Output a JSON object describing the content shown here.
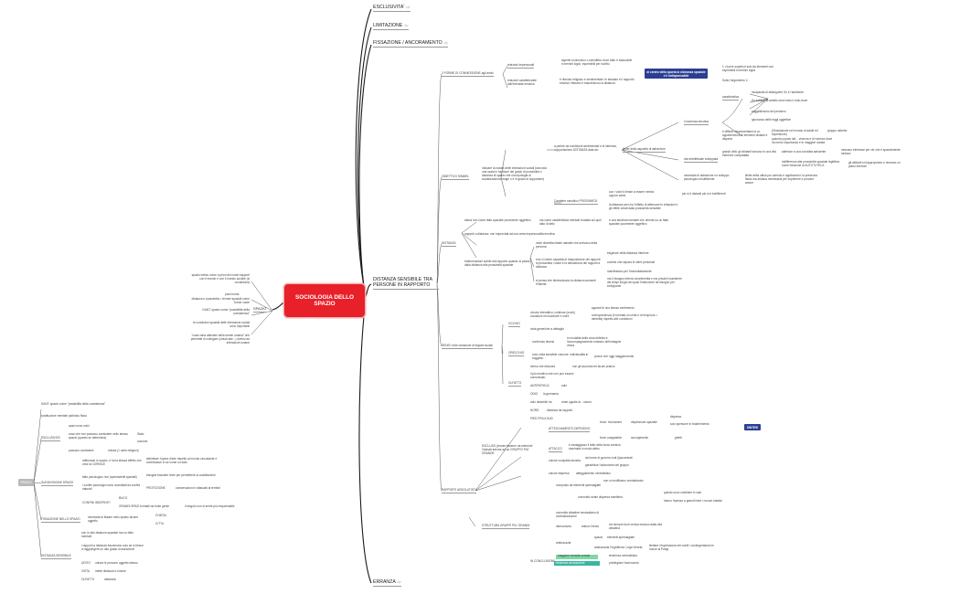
{
  "root": {
    "title": "SOCIOLOGIA DELLO SPAZIO"
  },
  "right_branches": {
    "esclusivita": "ESCLUSIVITA'",
    "limitazione": "LIMITAZIONE",
    "fissazione": "FISSAZIONE / ANCORAMENTO",
    "distanza": "DISTANZA SENSIBILE TRA PERSONE  IN RAPPORTO",
    "erranza": "ERRANZA"
  },
  "spazio_branch": {
    "label": "SPAZIO",
    "items": [
      "spazio inteso come a priori dei nostri rapporti con il mondo e con il mondo sociale  (si condiziona)",
      "pura forma",
      "distanza e prossimità = termini spaziali come forme vuote",
      "KANT: spazio come \"possibilità della coesistenza\"",
      "le condizioni spaziali delle interazioni sociali sono importanti",
      "\"cosa varia abitudini della mente umana\" che permette di collegare (chiudi tale...) diversi ad interazioni umane"
    ]
  },
  "distanza_children": {
    "forme": {
      "label": "2 FORME DI CONNESSIONE agli amici",
      "a": "relazioni impersonali",
      "a_text": "aspetto economico o scientifico dove tutto è traducibile in termini logici, esprimibili per iscritto",
      "b": "relazioni caratterizzate dall'intensità emotiva",
      "b_text": "è ritenuto religioso e sentimentale: le fantasie e il rapporto emotivo rifiutano e trascendono la distanza",
      "callout": "al centro della sporta la vicinanza spaziale e li indispensabile",
      "c1": "1. ricorre superiori solo da elementi non esprimibili in termini logici",
      "c2": "Sotto l'argomento 2."
    },
    "obiettivo": {
      "label": "OBIETTIVO SIMMEL",
      "text": "indicare la natura delle interazioni sociali (secondo una scala in funzione del grado di prossimità o distanza di spazio che una tipologia di socializzazione esige o è in grado di sopportare)",
      "partire": "a partire da condizioni sentimentali e di interessi, sopportazione DISTANZA data da:",
      "limite": "limite della capacità di astrazione",
      "coscienza": "Coscienza emotiva",
      "caratt": "caratteristica",
      "c_items": [
        "incapacità di distinguere l'io e l'ambiente",
        "l'io sottace al ambito dove tutto e tutto dove",
        "soggettivismo del pensiero",
        "ignoranza delle leggi oggettive"
      ],
      "difficile": "è difficile rappresentarsi la co appartenenza di elementi distanti e dispersi",
      "difficile_a": "(Simulazione nel mondo di adulti ed esperienze)",
      "gruppo": "gruppo ristretto",
      "popoli": "quando popolo del... vicenza e di vicenza dove ha meno importanza e le maggiori durata",
      "vita": "vita intellettuale sviluppata",
      "vita_a": "grandi città: gli abitanti tornano in una vita esteriore compattata",
      "vita_a2": "aderisce a una condotta astraente",
      "vita_a3": "nessuno interesse per ciò che è spazialmente lontano",
      "vita_b": "indifferenza alla prossimità spaziale legittima come missione di AUTOTUTELA",
      "vita_b2": "gli abitanti si riappropriano e ricreano un piano interiore",
      "astrazione": "necessita di astrazione no sviluppo psicologico insufficiente",
      "astrazione_a": "limite della ottica pur avendo e applicazioni: la presenza fisica ma andava necessaria per esprimere e provare amore",
      "carattere": "Carattere sensitivo PROSSIMITA'",
      "car_a": "con i vicini ti tende a essere nemici oppure amici",
      "car_a2": "più si è distanti più si è indifferenti",
      "car_b": "la distanza pero ha l'effetto di attenuare le irritazioni e gli effetti creati dalla prossimità sensibile"
    },
    "distanza": {
      "label": "DISTANZA",
      "a": "sfasci non come fatto spaziale puramente oggettivo",
      "a2": "ma come caratteristica mentale fondata sul quel dato di fatto",
      "a3": "è una struttura mentale che orienta su un fatto spaziale puramente oggettivo",
      "b": "rapporti a distanza: non improntati ad una certa impersonalità emotiva",
      "c": "trasformazioni subite dal rapporto quando si passa dalla distanza alla prossimità spaziale",
      "c1": "vede diventita rilaste astratte che avevano della persona",
      "c2": "eroi ci vicere capacità di trasposizione dei rapporti di prossimità i valori e la delicatezza dei rapporti a distanza",
      "c2a": "esigenze della distanza interiore",
      "c2b": "confine che separa le sfere personali",
      "c2c": "manifestano per l'immediatamente",
      "c3": "si pensa che diminuiscano la distanza aumenti l'intimità",
      "c3a": "ma il bisogno interno deontremità e ma privati il mantenire dei tempi lunghi del quali l'intenzione ha bisogno per svilupparsi"
    },
    "sensi": {
      "label": "SENSI: forte creazione di legami sociali",
      "occhio": "OCCHIO",
      "occ_a": "vincolo interattivo: continua (occhi) occasioni di incontrare e unire",
      "occ_a1": "sguardi di uno stesso sentimento",
      "occ_a2": "corrispondenza (è formata un unità e di reciproca  = dentella) rispetto alle condizioni",
      "occ_b": "vista generiche a dettaglio",
      "orecchio": "ORECCHIO",
      "or_a": "contenuto diversi",
      "or_a1": "in modalità della cosa definita è l'accompagnamento maestro all'immagine visiva",
      "or_b": "crea unità sensibile comune: individualità in soggetto",
      "or_b1": "(ancor che oggi maggiormente",
      "olfatto": "OLFATTO",
      "olf_items": [
        "senso che dissocia",
        "il più emotivo che non può essere comunicato",
        "ANTIPATHICA",
        "ODIO",
        "dolo dissimile ha",
        "NORD"
      ],
      "olf_a": "non gli accorda nel alcuni pranzo",
      "olf_b": "odio",
      "olf_c": "la germania",
      "olf_d": "reale uguale al... lavoro",
      "olf_e": "distanza ha rapporti",
      "olf_f": "PIED FRA A SUD"
    },
    "rapporti": {
      "label": "RAPPORTI ASSOLUTISTI",
      "escluse": "ESCLUSO (tenute insieme da elementi Ostinati interna ad un GRUPPO PIU' GRANDE",
      "att": "ATTEGGIAMENTO DIFENSIVO",
      "att_a": "forze: rivoluzione",
      "att_a1": "dispersione spaziale",
      "att_a2": "dispersa",
      "att_a3": "solo spersone in trasferimento",
      "att_b": "forze coagulative",
      "att_b1": "accorgimento",
      "att_b2": "ghetti",
      "attacco": "ATTACCO",
      "att_c": "è vantaggioso il fatto della forza coesiva dominata in modo attivo",
      "unione": "unione compatta favorita",
      "un_a": "da forme di governo indi (i)accentrati",
      "un_b": "garantisce l'autonomia del gruppo",
      "unione_b": "unione dispersa",
      "un_c": "atteggiamento centralistico",
      "struttura": "STRUTTURA GRUPPI PIU' GRANDI",
      "str_a": "composto da elementi spersiagliati",
      "str_a1": "non si modificano centralizzato",
      "str_a2": "comunità rurale dispersa marittima",
      "str_a3": "questo sono costituire in vasi",
      "str_a4": "hanno l'spesso a grandi linee i novum elastici",
      "str_b": "comunità cittadine necessitano di centralizzazione",
      "democrazia": "democrazia",
      "dem_a": "antica Grecia",
      "dem_b": "chi sempre fuori veniva escluso dalla vita cittadina",
      "aristocrazia": "aristocrazia",
      "ari_a": "spazio",
      "ari_a1": "elementi spersiagliati",
      "ari_b": "aristocrazia l'Inghilterra: Lega Veneta",
      "ari_b1": "limitare l'espressione dei nobili / contingentando le nuove al Parigi",
      "conclusione": "IN CONCLUSIONE",
      "conc_a": "maggiore densità sociale",
      "conc_a1": "tendenza centralistica",
      "conc_b": "tendenza ad assorbire",
      "conc_b1": "privilegiare l'autonomia"
    }
  },
  "left_summary": {
    "badge": "SPAZIO",
    "kant": "KANT: spazio come \"possibilità della coesistenza\"",
    "aut": "sostituzione mentale piuttosto fisico",
    "esclusivita": "ESCLUSIVITA'",
    "excl_a": "spazi sono unici",
    "excl_b": "cose che non possono coesistere nello stesso spazio (questo se determina)",
    "excl_b1": "Stato",
    "excl_b2": "comune",
    "excl_c": "possono coesistere",
    "excl_c1": "chiesa (1 varie religioni)",
    "suddivisione": "SUDDIVISIONE SPAZIO",
    "sud_a": "rafforzarsi lo spazio, è ha la stessa effetto che crea la CORNICE",
    "sud_a1": "delimitare l'opera d'arte rispetto al mondo circostante e contribuisce in se come un tutto",
    "sud_b": "fatto psicologico non (spersistenti spaziali)",
    "sud_b1": "bisogna tracciare linee per permettere la coabitazione",
    "sud_c": "i confini psicologici sono scambiati da confini naturali",
    "sud_c1": "PROTEZIONE",
    "sud_c2": "conservazioni e attaccati ai territori",
    "sud_d": "CONFINI INDEFINITI",
    "sud_d1": "BUCO",
    "sud_d2": "GRANDI SPAZI formatti da fonte gente",
    "sud_d3": "il singolo non si sente più responsabile",
    "fissazione": "FISSAZIONE NELLO SPAZIO",
    "fis_a": "necessità di fissare nello spazio alcune oggetto",
    "fis_b": "CHIESA",
    "fis_c": "CITTà",
    "distanza": "DISTANZA SENSIBILE",
    "dis_a": "non in alto distanza spaziale ma un fatto mentale",
    "dis_b": "i rapporti a distanza funzionano solo se si riesce a raggiungere un alto grado di astrazione",
    "dis_c": "UDITO",
    "dis_c1": "unisce le persone oggetto stesso",
    "dis_d": "VISTA",
    "dis_d1": "mette distanza e unione",
    "dis_e": "OLFATTO",
    "dis_e1": "distanzia"
  },
  "sidebar_label": "SINTESI"
}
